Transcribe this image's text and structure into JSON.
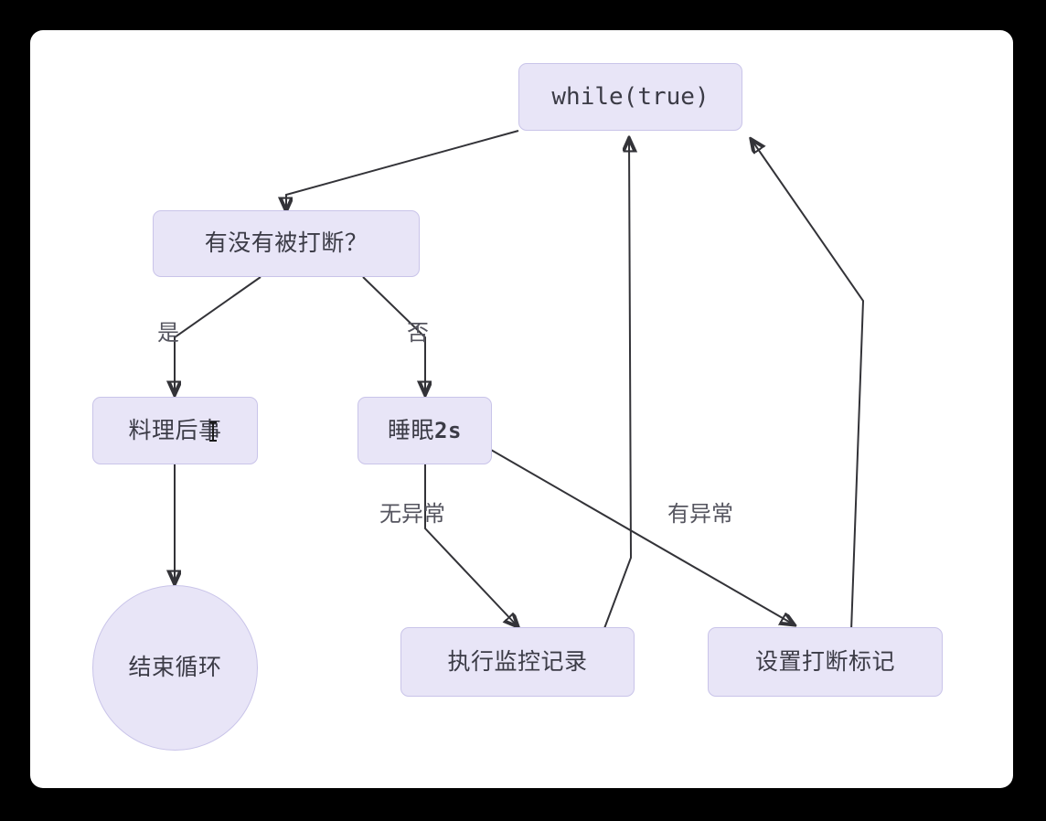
{
  "canvas": {
    "background_color": "#ffffff",
    "outer_background_color": "#000000"
  },
  "theme": {
    "node_fill": "#e8e5f7",
    "node_border": "#c9c4e9",
    "node_text": "#3b3b46",
    "edge_color": "#333338",
    "edge_label_text": "#55555f"
  },
  "chart_data": {
    "type": "diagram",
    "diagram_kind": "flowchart",
    "title": "",
    "nodes": [
      {
        "id": "while",
        "label": "while(true)",
        "shape": "rounded-rect",
        "font": "monospace"
      },
      {
        "id": "interrupted",
        "label": "有没有被打断？",
        "shape": "rounded-rect"
      },
      {
        "id": "cleanup",
        "label": "料理后事",
        "shape": "rounded-rect"
      },
      {
        "id": "sleep",
        "label": "睡眠2s",
        "shape": "rounded-rect"
      },
      {
        "id": "endloop",
        "label": "结束循环",
        "shape": "circle"
      },
      {
        "id": "monitor",
        "label": "执行监控记录",
        "shape": "rounded-rect"
      },
      {
        "id": "setflag",
        "label": "设置打断标记",
        "shape": "rounded-rect"
      }
    ],
    "edges": [
      {
        "from": "while",
        "to": "interrupted",
        "label": ""
      },
      {
        "from": "interrupted",
        "to": "cleanup",
        "label": "是"
      },
      {
        "from": "interrupted",
        "to": "sleep",
        "label": "否"
      },
      {
        "from": "cleanup",
        "to": "endloop",
        "label": ""
      },
      {
        "from": "sleep",
        "to": "monitor",
        "label": "无异常"
      },
      {
        "from": "sleep",
        "to": "setflag",
        "label": "有异常"
      },
      {
        "from": "monitor",
        "to": "while",
        "label": ""
      },
      {
        "from": "setflag",
        "to": "while",
        "label": ""
      }
    ]
  },
  "nodes": {
    "while": {
      "label": "while(true)"
    },
    "interrupted": {
      "label": "有没有被打断？"
    },
    "cleanup": {
      "label": "料理后事"
    },
    "sleep": {
      "label_cn": "睡眠",
      "label_num": "2s"
    },
    "endloop": {
      "label": "结束循环"
    },
    "monitor": {
      "label": "执行监控记录"
    },
    "setflag": {
      "label": "设置打断标记"
    }
  },
  "edge_labels": {
    "yes": "是",
    "no": "否",
    "no_exception": "无异常",
    "has_exception": "有异常"
  }
}
